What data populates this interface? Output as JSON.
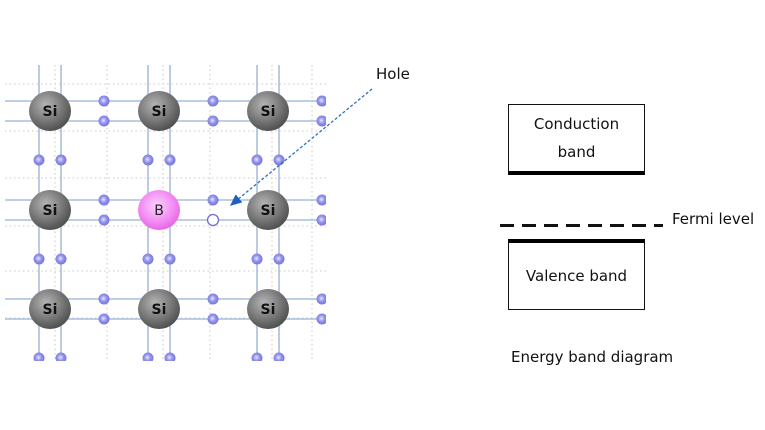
{
  "lattice": {
    "title": "Boron-doped silicon crystal lattice (p-type)",
    "grid": [
      [
        "Si",
        "Si",
        "Si"
      ],
      [
        "Si",
        "B",
        "Si"
      ],
      [
        "Si",
        "Si",
        "Si"
      ]
    ],
    "hole_label": "Hole",
    "colors": {
      "si_atom": "#6e6e6e",
      "b_atom": "#f07af0",
      "electron": "#8080e8",
      "bond": "#a8bedc",
      "arrow": "#2e6fbf"
    }
  },
  "band_diagram": {
    "conduction_band": "Conduction band",
    "fermi_level": "Fermi level",
    "valence_band": "Valence band",
    "caption": "Energy band diagram"
  }
}
